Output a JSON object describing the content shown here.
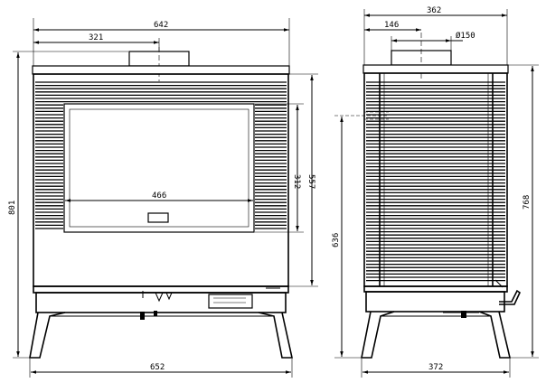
{
  "drawing": {
    "front_view": {
      "overall_top_width": "642",
      "half_width_to_flue": "321",
      "glass_width": "466",
      "glass_height": "312",
      "body_height": "557",
      "overall_height": "801",
      "leg_width": "652"
    },
    "side_view": {
      "overall_top_depth": "362",
      "flue_offset": "146",
      "flue_diameter": "Ø150",
      "flue_spigot_height": "636",
      "overall_height": "768",
      "leg_depth": "372"
    },
    "colors": {
      "line": "#000000",
      "background": "#ffffff"
    }
  }
}
